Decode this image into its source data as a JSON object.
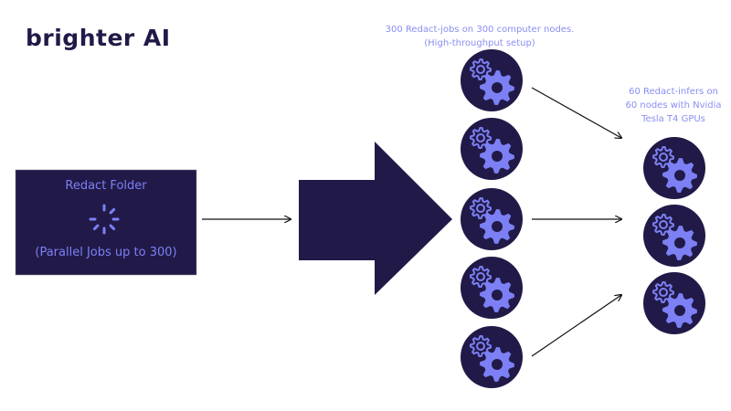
{
  "logo": {
    "text": "brighter AI"
  },
  "source_box": {
    "title": "Redact Folder",
    "subtitle": "(Parallel Jobs up to 300)",
    "icon": "spinner-icon"
  },
  "jobs_label": {
    "line1": "300 Redact-jobs on 300 computer nodes.",
    "line2": "(High-throughput setup)"
  },
  "infers_label": {
    "line1": "60 Redact-infers on",
    "line2": "60 nodes with Nvidia",
    "line3": "Tesla T4 GPUs"
  },
  "node_icon": "gears-icon",
  "colors": {
    "navy": "#211a48",
    "accent": "#7c80f4",
    "label": "#8a8ef2"
  }
}
